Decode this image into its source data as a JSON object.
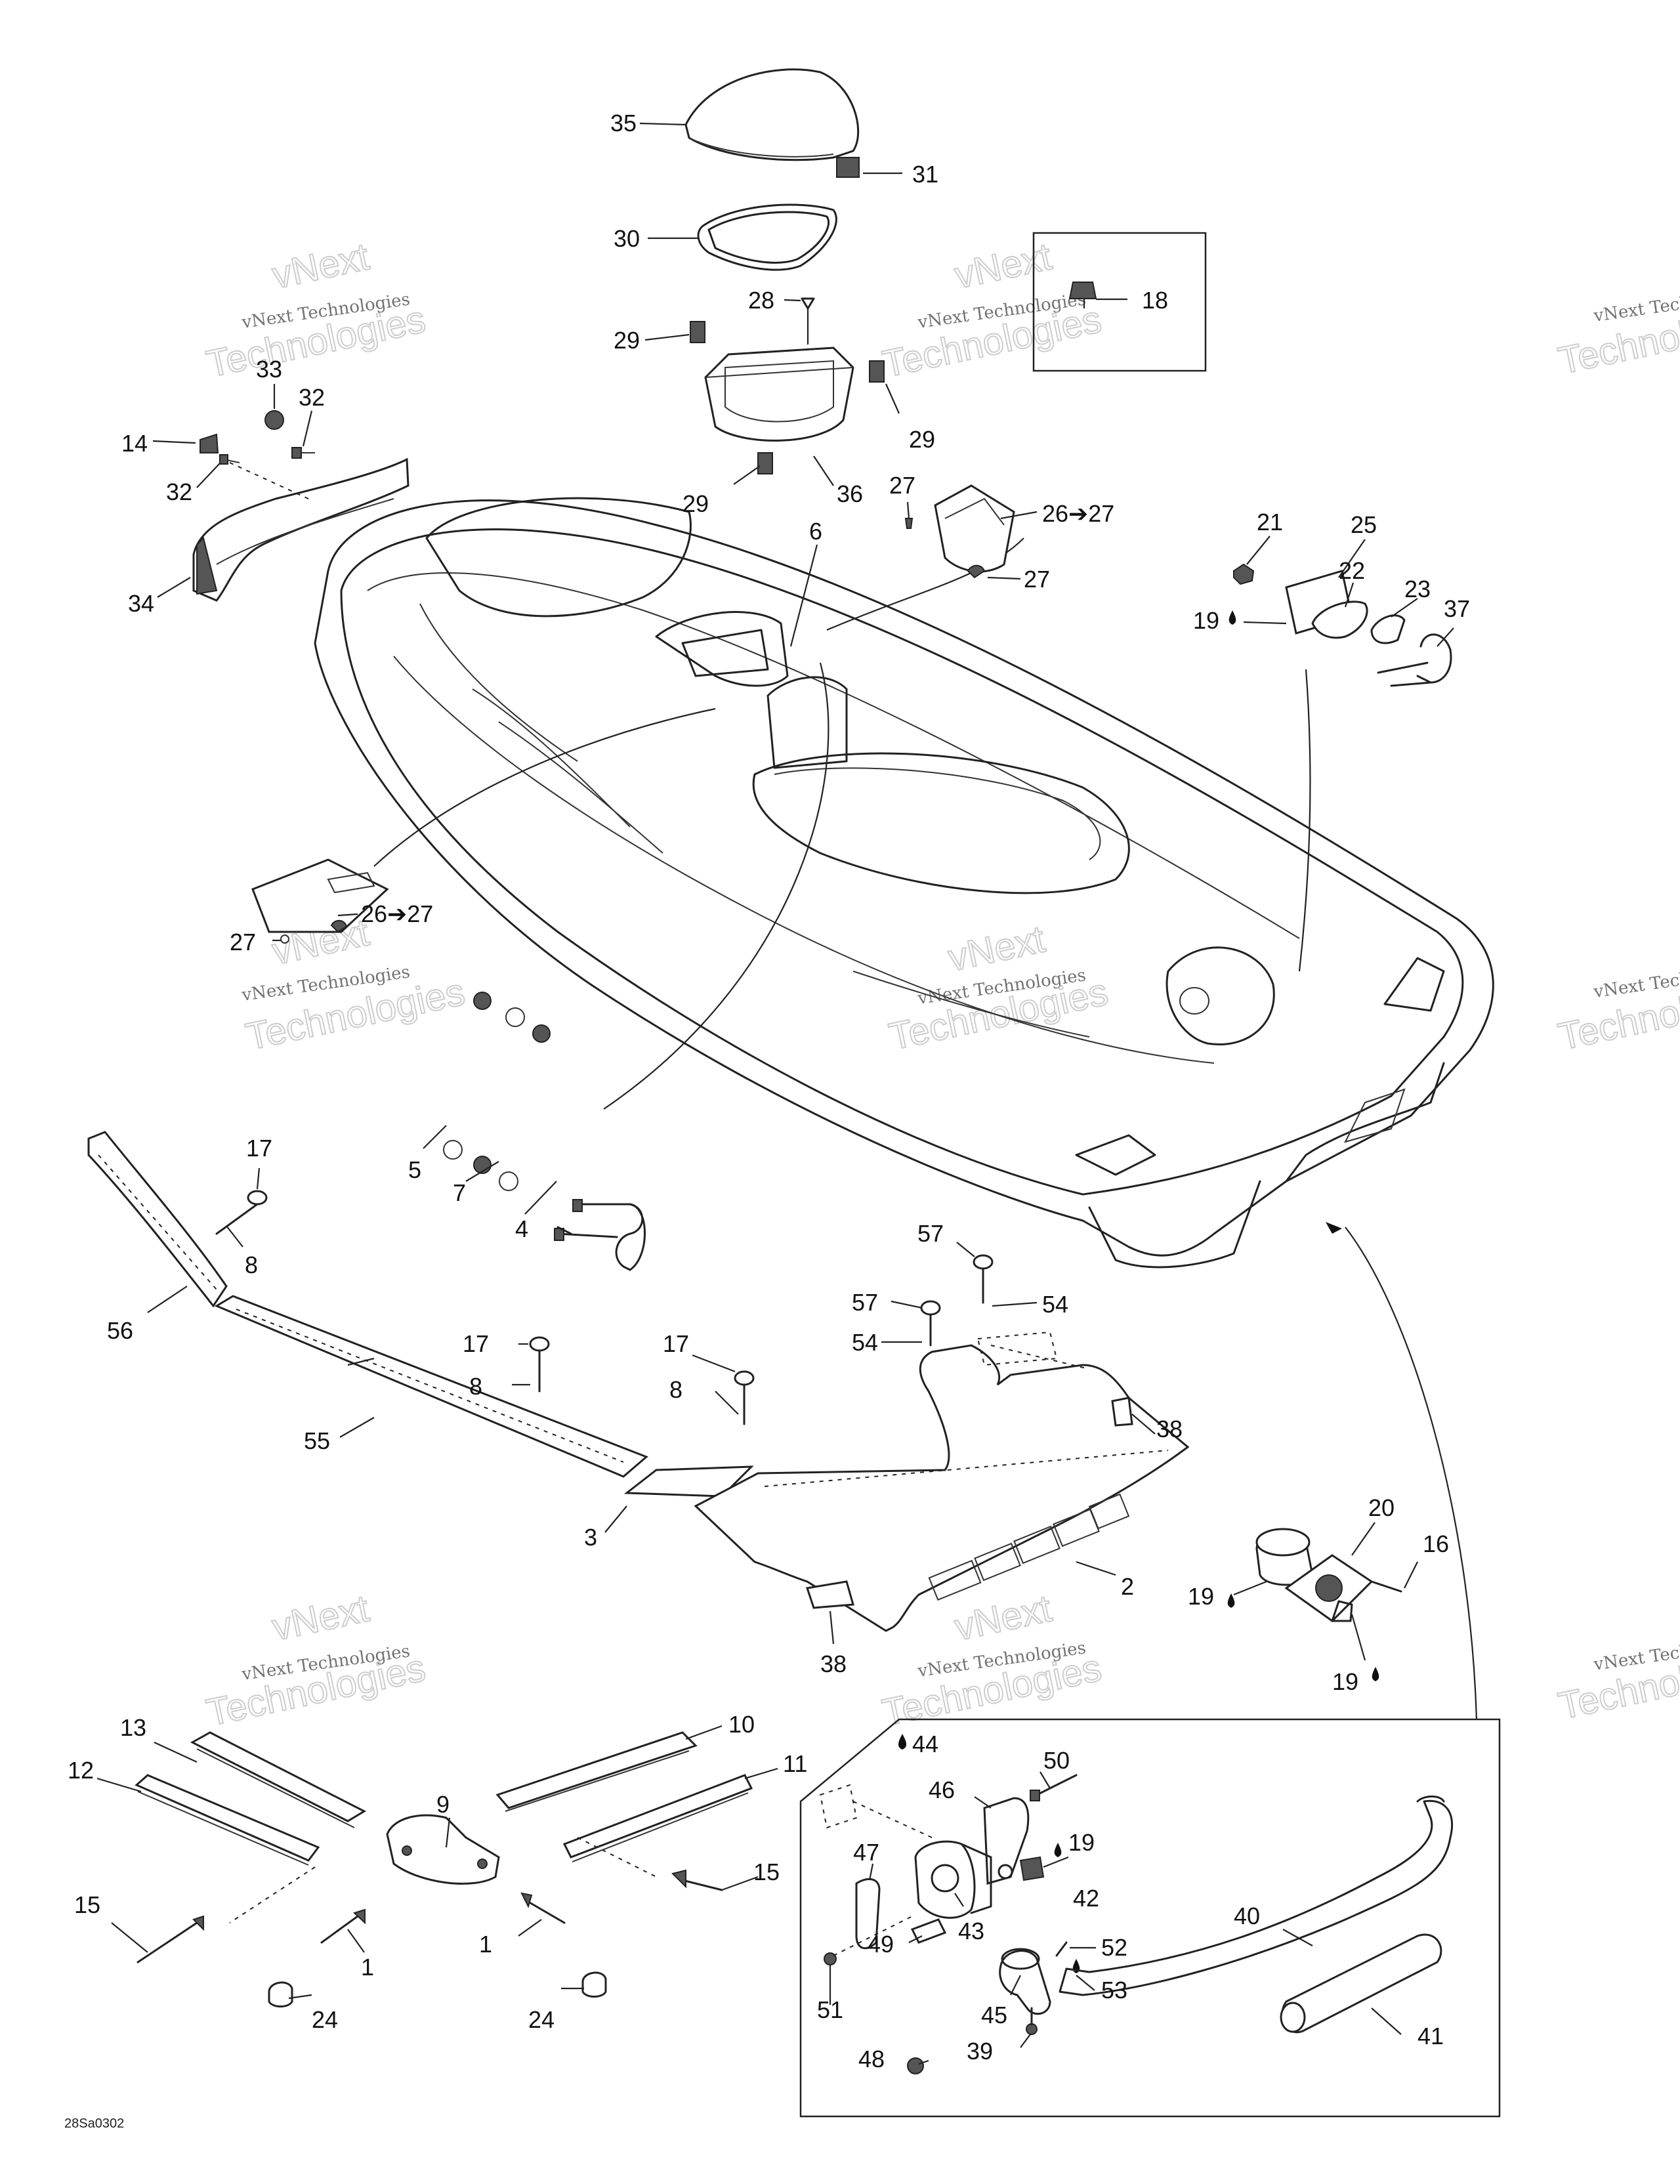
{
  "watermark": {
    "line1": "vNext Technologies",
    "line2": "Technologies",
    "line3": "vNext"
  },
  "reference_code": "28Sa0302",
  "callouts": {
    "c35": "35",
    "c31": "31",
    "c30": "30",
    "c28": "28",
    "c29a": "29",
    "c29b": "29",
    "c29c": "29",
    "c36": "36",
    "c18": "18",
    "c33": "33",
    "c32a": "32",
    "c32b": "32",
    "c14": "14",
    "c34": "34",
    "c6": "6",
    "c27a": "27",
    "c27b": "27",
    "c27c": "27",
    "c2627a": "26➔27",
    "c2627b": "26➔27",
    "c21": "21",
    "c25": "25",
    "c22": "22",
    "c23": "23",
    "c37": "37",
    "c19a": "19",
    "c19b": "19",
    "c19c": "19",
    "c19d": "19",
    "c5": "5",
    "c7": "7",
    "c4": "4",
    "c17a": "17",
    "c17b": "17",
    "c17c": "17",
    "c8a": "8",
    "c8b": "8",
    "c8c": "8",
    "c56": "56",
    "c55": "55",
    "c3": "3",
    "c2": "2",
    "c38a": "38",
    "c38b": "38",
    "c57a": "57",
    "c57b": "57",
    "c54a": "54",
    "c54b": "54",
    "c20": "20",
    "c16": "16",
    "c13": "13",
    "c12": "12",
    "c10": "10",
    "c11": "11",
    "c9": "9",
    "c15a": "15",
    "c15b": "15",
    "c1a": "1",
    "c1b": "1",
    "c24a": "24",
    "c24b": "24",
    "c44": "44",
    "c50": "50",
    "c46": "46",
    "c47": "47",
    "c43": "43",
    "c42": "42",
    "c49": "49",
    "c51": "51",
    "c52": "52",
    "c53": "53",
    "c45": "45",
    "c48": "48",
    "c39": "39",
    "c40": "40",
    "c41": "41"
  },
  "colors": {
    "line": "#222222",
    "background": "#ffffff",
    "watermark": "#b8b8b8"
  }
}
